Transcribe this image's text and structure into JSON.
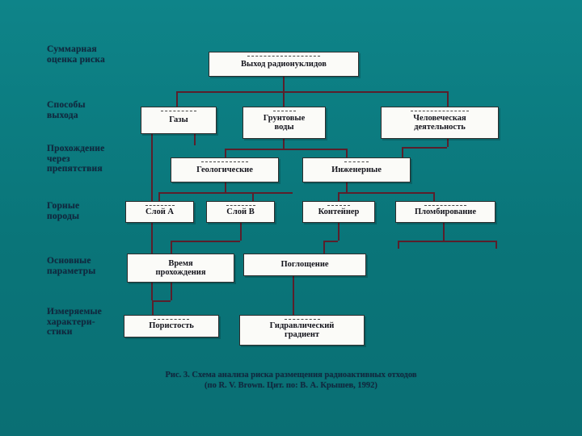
{
  "slide": {
    "background_color": "#0b7f84",
    "box_fill": "#fbfbf8",
    "line_color": "#5a1f2b",
    "text_color": "#12203a"
  },
  "row_labels": [
    {
      "id": "row-total-risk",
      "text": "Суммарная\nоценка риска"
    },
    {
      "id": "row-release",
      "text": "Способы\nвыхода"
    },
    {
      "id": "row-barriers",
      "text": "Прохождение\nчерез\nпрепятствия"
    },
    {
      "id": "row-rocks",
      "text": "Горные\nпороды"
    },
    {
      "id": "row-parameters",
      "text": "Основные\nпараметры"
    },
    {
      "id": "row-measured",
      "text": "Измеряемые\nхарактери-\nстики"
    }
  ],
  "nodes": {
    "root": {
      "label": "Выход радионуклидов"
    },
    "gases": {
      "label": "Газы"
    },
    "groundwater": {
      "label": "Грунтовые\nводы"
    },
    "human": {
      "label": "Человеческая\nдеятельность"
    },
    "geological": {
      "label": "Геологические"
    },
    "engineering": {
      "label": "Инженерные"
    },
    "layer_a": {
      "label": "Слой А"
    },
    "layer_b": {
      "label": "Слой В"
    },
    "container": {
      "label": "Контейнер"
    },
    "sealing": {
      "label": "Пломбирование"
    },
    "transit_time": {
      "label": "Время\nпрохождения"
    },
    "absorption": {
      "label": "Поглощение"
    },
    "porosity": {
      "label": "Пористость"
    },
    "gradient": {
      "label": "Гидравлический\nградиент"
    }
  },
  "caption": {
    "line1": "Рис. 3. Схема анализа риска размещения радиоактивных отходов",
    "line2": "(по R. V. Brown.        Цит. по: В. А. Крышев, 1992)"
  }
}
